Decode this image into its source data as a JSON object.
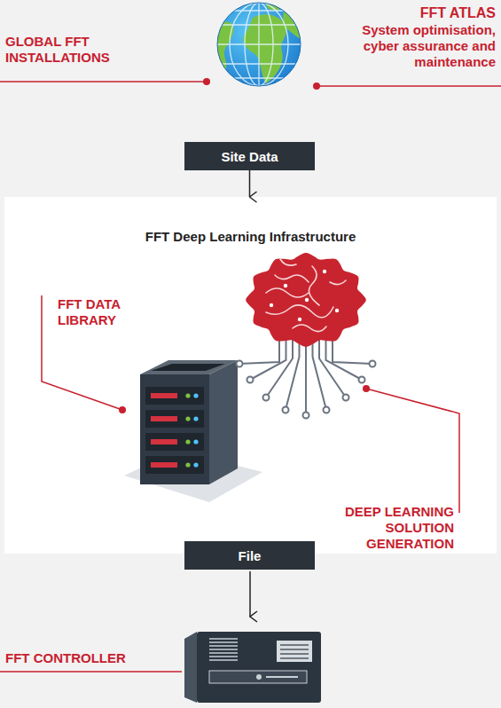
{
  "diagram": {
    "nodes": [
      {
        "text": [
          "Site Data"
        ]
      },
      {
        "text": [
          "FFT Deep Learning Infrastructure"
        ]
      },
      {
        "text": [
          "File"
        ]
      }
    ],
    "edges": [
      {
        "from": 0,
        "to": 1,
        "arrow": "to"
      }
    ],
    "labels": [
      "GLOBAL FFT INSTALLATIONS",
      "FFT ATLAS",
      "System optimisation, cyber assurance and maintenance",
      "FFT DATA LIBRARY",
      "DEEP LEARNING SOLUTION GENERATION",
      "FFT CONTROLLER"
    ]
  }
}
